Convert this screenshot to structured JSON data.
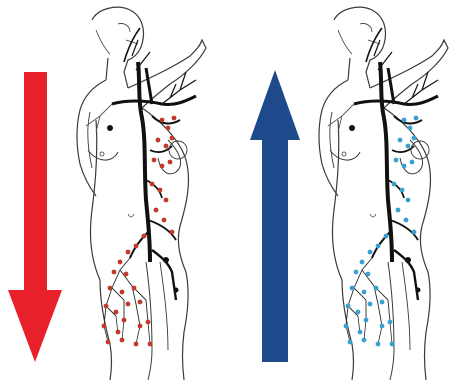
{
  "panels": [
    {
      "id": "left",
      "arrow": {
        "direction": "down",
        "color": "#e8202a"
      },
      "node_color": "#c0392b"
    },
    {
      "id": "right",
      "arrow": {
        "direction": "up",
        "color": "#1e4a8c"
      },
      "node_color": "#3aa0d0"
    }
  ],
  "colors": {
    "outline": "#3a3a3a",
    "vessel": "#111111",
    "background": "#ffffff"
  }
}
